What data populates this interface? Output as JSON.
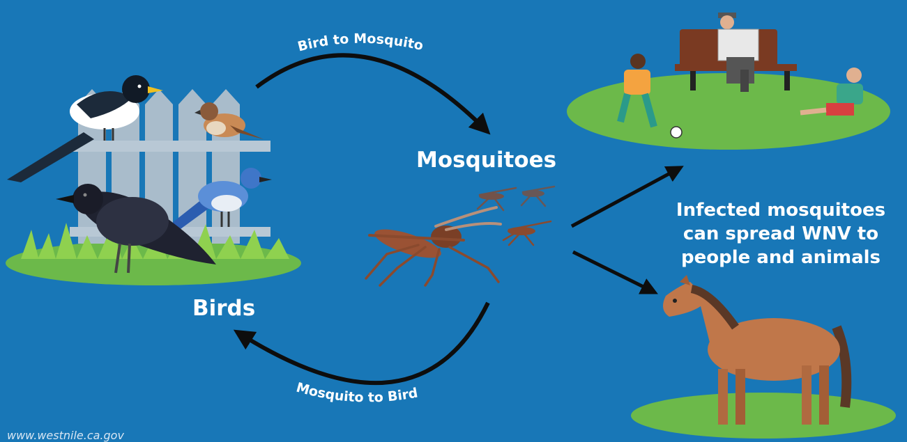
{
  "labels": {
    "mosquitoes": "Mosquitoes",
    "birds": "Birds",
    "bird_to_mosquito": "Bird to Mosquito",
    "mosquito_to_bird": "Mosquito to Bird",
    "infected_line1": "Infected mosquitoes",
    "infected_line2": "can spread WNV to",
    "infected_line3": "people and animals",
    "source": "www.westnile.ca.gov"
  },
  "colors": {
    "background": "#1877b7",
    "grass": "#6cb94a",
    "arrow": "#0d0d0d",
    "horse": "#c0774a",
    "mosquito": "#8a4a2e"
  }
}
